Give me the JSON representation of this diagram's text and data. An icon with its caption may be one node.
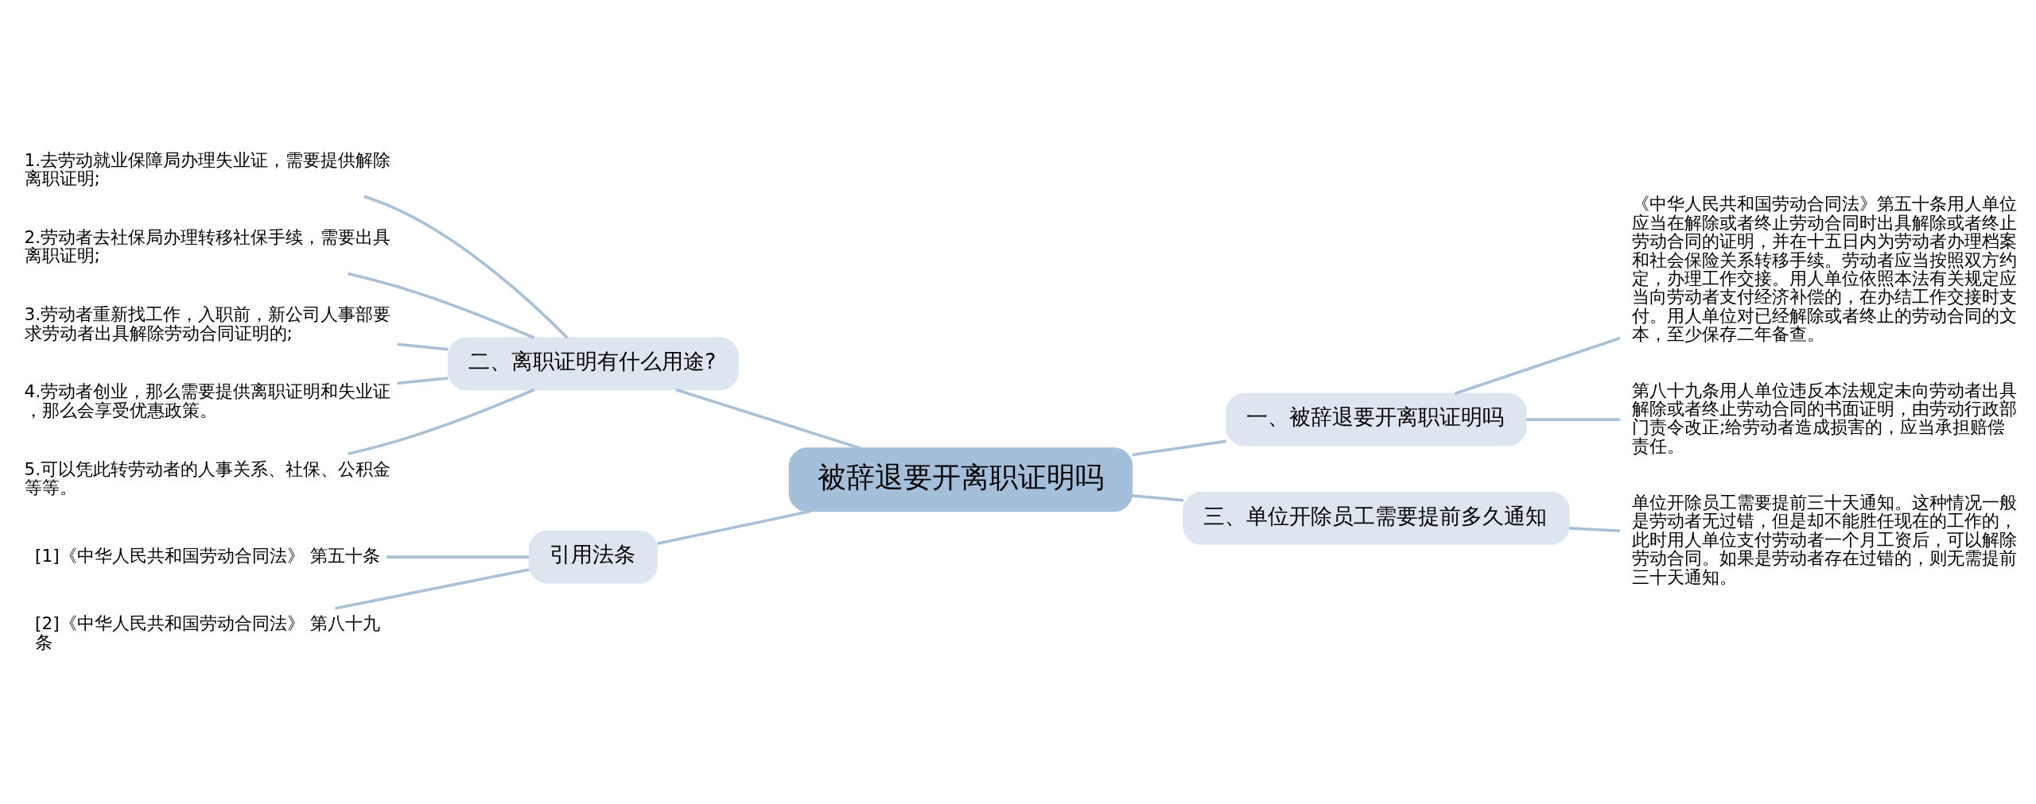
{
  "diagram": {
    "nodes": [
      {
        "text": [
          "被辞退要开离职证明吗"
        ]
      },
      {
        "text": [
          "二、离职证明有什么用途?"
        ]
      },
      {
        "text": [
          "1.去劳动就业保障局办理失业证，需要提供解除离职证明;"
        ]
      },
      {
        "text": [
          "2.劳动者去社保局办理转移社保手续，需要出具离职证明;"
        ]
      },
      {
        "text": [
          "3.劳动者重新找工作，入职前，新公司人事部要求劳动者出具解除劳动合同证明的;"
        ]
      },
      {
        "text": [
          "4.劳动者创业，那么需要提供离职证明和失业证，那么会享受优惠政策。"
        ]
      },
      {
        "text": [
          "5.可以凭此转劳动者的人事关系、社保、公积金等等。"
        ]
      },
      {
        "text": [
          "引用法条"
        ]
      },
      {
        "text": [
          "[1]《中华人民共和国劳动合同法》 第五十条"
        ]
      },
      {
        "text": [
          "[2]《中华人民共和国劳动合同法》 第八十九条"
        ]
      },
      {
        "text": [
          "一、被辞退要开离职证明吗"
        ]
      },
      {
        "text": [
          "《中华人民共和国劳动合同法》第五十条用人单位应当在解除或者终止劳动合同时出具解除或者终止劳动合同的证明，并在十五日内为劳动者办理档案和社会保险关系转移手续。劳动者应当按照双方约定，办理工作交接。用人单位依照本法有关规定应当向劳动者支付经济补偿的，在办结工作交接时支付。用人单位对已经解除或者终止的劳动合同的文本，至少保存二年备查。"
        ]
      },
      {
        "text": [
          "第八十九条用人单位违反本法规定未向劳动者出具解除或者终止劳动合同的书面证明，由劳动行政部门责令改正;给劳动者造成损害的，应当承担赔偿责任。"
        ]
      },
      {
        "text": [
          "三、单位开除员工需要提前多久通知"
        ]
      },
      {
        "text": [
          "单位开除员工需要提前三十天通知。这种情况一般是劳动者无过错，但是却不能胜任现在的工作的，此时用人单位支付劳动者一个月工资后，可以解除劳动合同。如果是劳动者存在过错的，则无需提前三十天通知。"
        ]
      }
    ],
    "edges": [
      {
        "from": 0,
        "to": 1,
        "arrow": "none"
      },
      {
        "from": 1,
        "to": 2,
        "arrow": "none"
      },
      {
        "from": 1,
        "to": 3,
        "arrow": "none"
      },
      {
        "from": 1,
        "to": 4,
        "arrow": "none"
      },
      {
        "from": 1,
        "to": 5,
        "arrow": "none"
      },
      {
        "from": 1,
        "to": 6,
        "arrow": "none"
      },
      {
        "from": 0,
        "to": 7,
        "arrow": "none"
      },
      {
        "from": 7,
        "to": 8,
        "arrow": "none"
      },
      {
        "from": 7,
        "to": 9,
        "arrow": "none"
      },
      {
        "from": 0,
        "to": 10,
        "arrow": "none"
      },
      {
        "from": 10,
        "to": 11,
        "arrow": "none"
      },
      {
        "from": 10,
        "to": 12,
        "arrow": "none"
      },
      {
        "from": 0,
        "to": 13,
        "arrow": "none"
      },
      {
        "from": 13,
        "to": 14,
        "arrow": "none"
      }
    ]
  }
}
